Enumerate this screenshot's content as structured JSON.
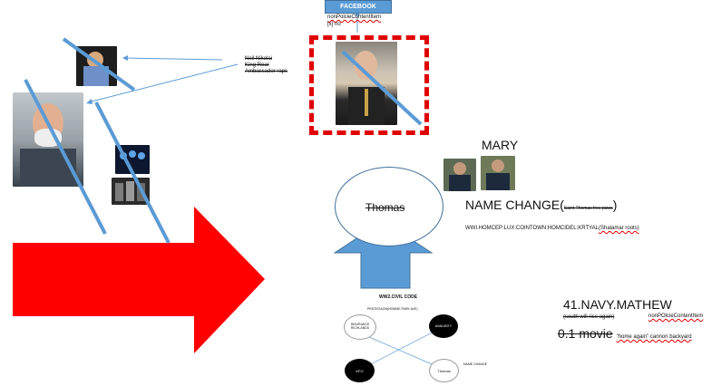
{
  "facebook": {
    "title": "FACEBOOK",
    "line1": "nonPolcieContentItem",
    "line2": "[x] no"
  },
  "side_notes": {
    "line1": "Neil Nikolai",
    "line2": "King Rear",
    "line3": "Ambassador raps"
  },
  "mary_label": "MARY",
  "thomas_label": "Thomas",
  "name_change": {
    "main": "NAME CHANGE(",
    "strike": "Saint Thomas free pizza",
    "close": ")"
  },
  "code_line": {
    "main": "WWI.HOMCEP:LUX:COINTOWN:HOMCIDEL:KRTYAL",
    "strike": "(Shalamar roots)"
  },
  "diagram": {
    "title": "WW2.CIVIL CODE",
    "subtitle": "PENTEGAON(HOMME PARK AVE)",
    "node_insurance": "INSURANCE RICHLANDS",
    "node_availability": "AVAILIBITY",
    "node_kfo": "KFO",
    "node_thomas": "Thomas",
    "name_change_note": "NAME CHANGE"
  },
  "navy": {
    "title": "41.NAVY.MATHEW",
    "strike": "(south will rise again)",
    "content_item": "nonPOlcieContentItem"
  },
  "movie": {
    "title": "0.1 movie",
    "note": "\"home again\" cannon backyard"
  },
  "colors": {
    "big_arrow": "#ff0000",
    "blue_arrow": "#5b9bd5",
    "dash_box": "#e00000",
    "slash": "#5b9bd5"
  },
  "icons": [
    "facebook-box",
    "photo-placeholder",
    "officer-photo"
  ]
}
